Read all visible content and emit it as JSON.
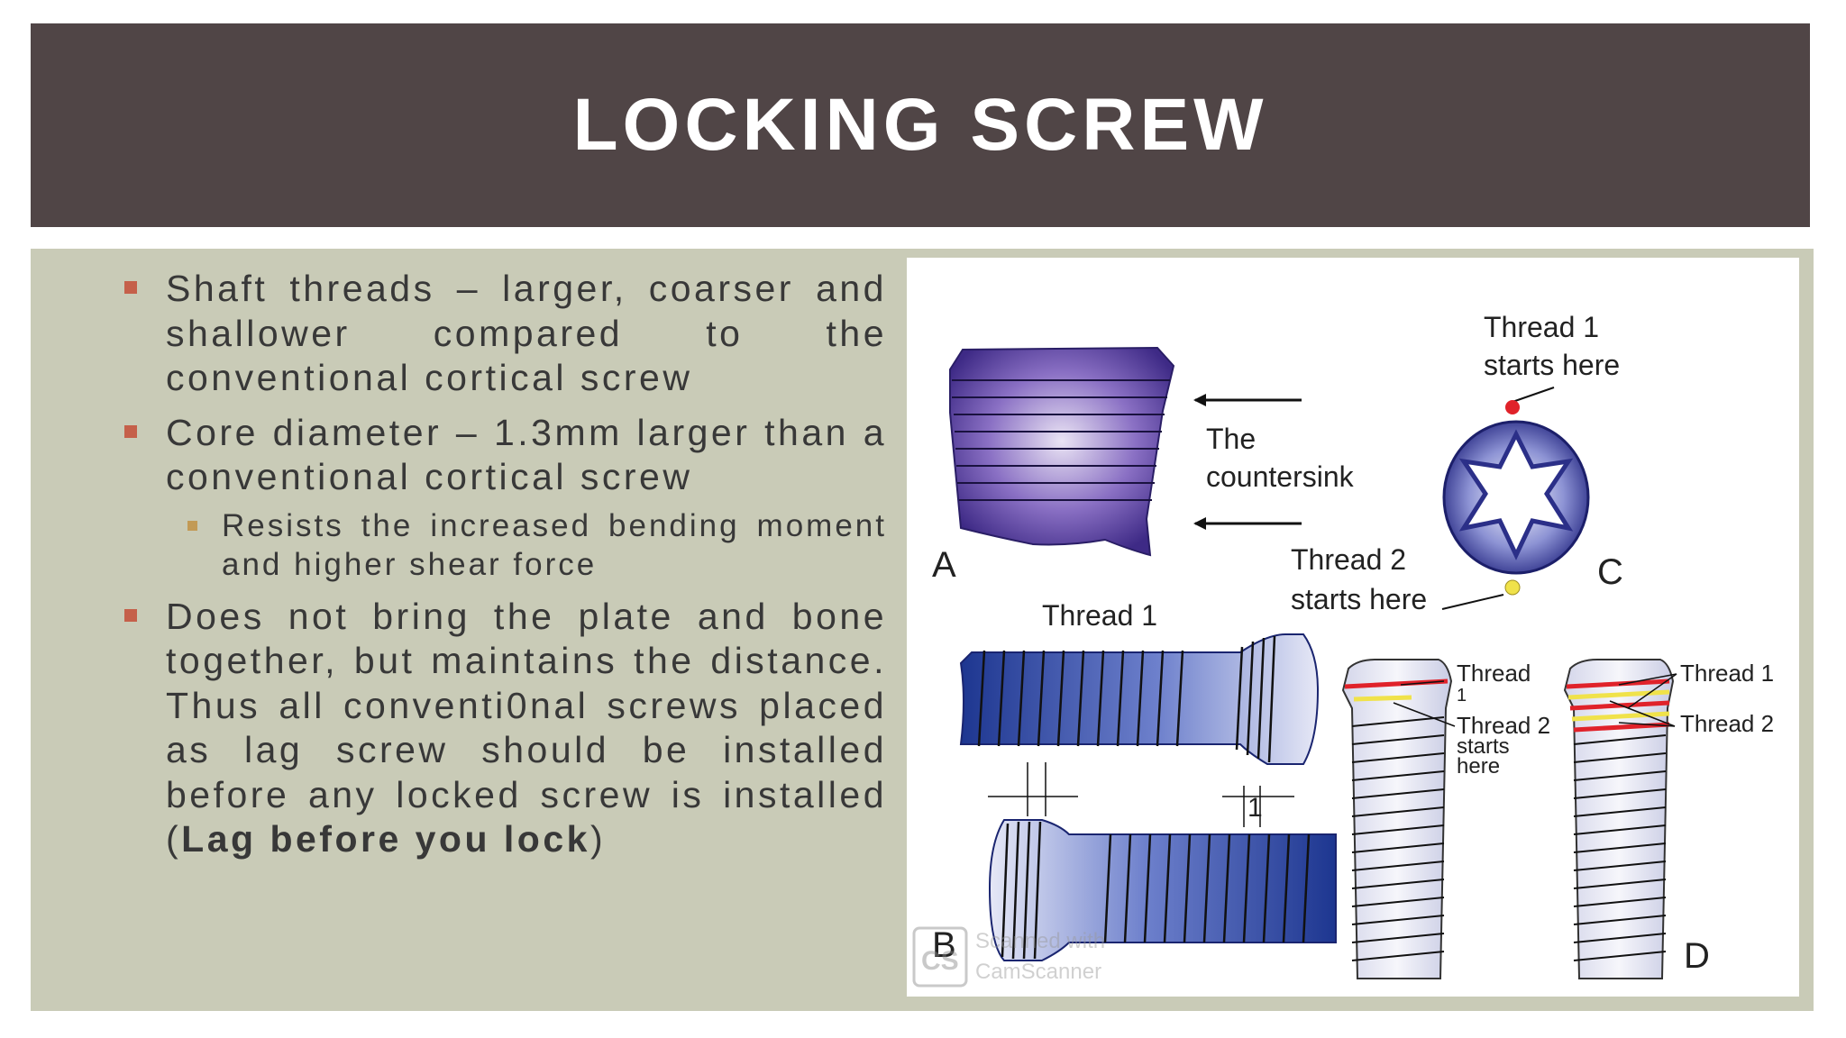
{
  "title": "LOCKING SCREW",
  "bullets": [
    {
      "text": "Shaft threads – larger, coarser and shallower compared to the conventional cortical screw"
    },
    {
      "text": "Core diameter – 1.3mm larger than a conventional cortical screw",
      "sub": "Resists the increased bending moment and higher shear force"
    },
    {
      "text_regular": "Does not bring the plate and bone together, but maintains the distance. Thus all conventi0nal screws placed as lag screw should be installed before any locked screw is installed (",
      "text_bold": "Lag before you lock",
      "text_end": ")"
    }
  ],
  "figure": {
    "panel_a": "A",
    "panel_b": "B",
    "panel_c": "C",
    "panel_d": "D",
    "the_countersink_line1": "The",
    "the_countersink_line2": "countersink",
    "thread1_c_line1": "Thread 1",
    "thread1_c_line2": "starts here",
    "thread2_c_line1": "Thread 2",
    "thread2_c_line2": "starts here",
    "thread1_a": "Thread 1",
    "dimension_label": "1",
    "d1_thread_line1": "Thread",
    "d1_thread_line2": "1",
    "d1_thread2_line1": "Thread 2",
    "d1_thread2_line2": "starts",
    "d1_thread2_line3": "here",
    "d2_thread1": "Thread 1",
    "d2_thread2": "Thread 2",
    "watermark_line1": "Scanned with",
    "watermark_line2": "CamScanner",
    "watermark_logo": "CS"
  },
  "colors": {
    "title_bar": "#504546",
    "panel": "#c9cbb7",
    "bullet_marker": "#c5604a",
    "sub_bullet_marker": "#c29a55"
  }
}
